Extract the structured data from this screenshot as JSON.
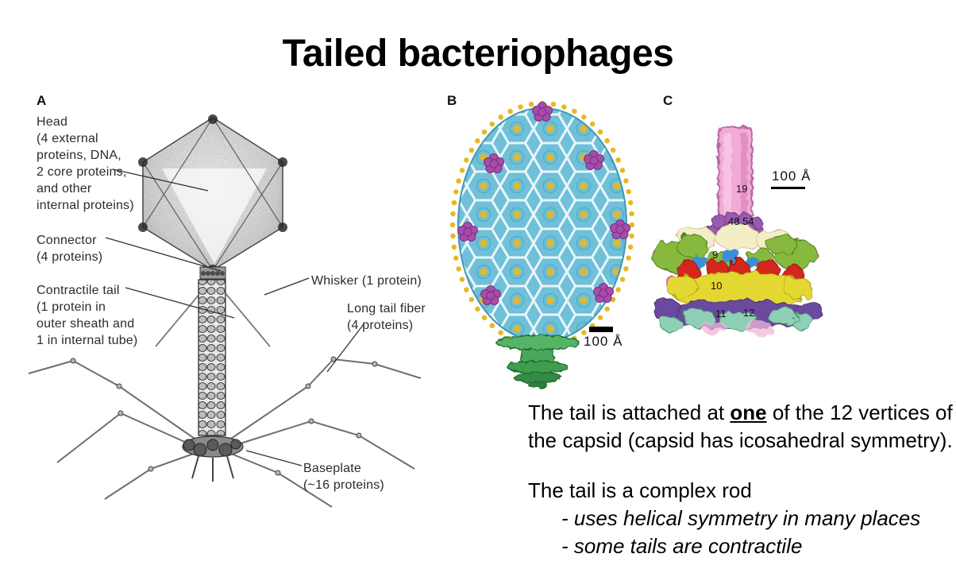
{
  "title": "Tailed bacteriophages",
  "panels": {
    "a": {
      "label": "A",
      "head_label": "Head\n(4 external\nproteins, DNA,\n2 core proteins,\nand other\ninternal proteins)",
      "connector_label": "Connector\n(4 proteins)",
      "contractile_tail_label": "Contractile tail\n(1 protein in\nouter sheath and\n1 in internal tube)",
      "whisker_label": "Whisker (1 protein)",
      "long_tail_fiber_label": "Long tail fiber\n(4 proteins)",
      "baseplate_label": "Baseplate\n(~16 proteins)"
    },
    "b": {
      "label": "B",
      "scale_bar_label": "100 Å"
    },
    "c": {
      "label": "C",
      "scale_bar_label": "100 Å",
      "protein_numbers": {
        "tube": "19",
        "collar": "48 54",
        "n9": "9",
        "n10": "10",
        "n11": "11",
        "n12": "12"
      }
    }
  },
  "body": {
    "p1_prefix": "The tail is attached at ",
    "p1_emphasis": "one",
    "p1_suffix": " of the 12 vertices of the capsid (capsid has icosahedral symmetry).",
    "p2_intro": "The tail is a complex rod",
    "p2_bullets": [
      "- uses helical symmetry in many places",
      "- some tails are contractile"
    ]
  },
  "figure_colors": {
    "capsid_cyan": "#6fc0d8",
    "spike_yellow": "#e8b820",
    "penton_purple": "#a84caa",
    "connector_green": "#3f9d4e",
    "tail_tube_pink": "#f2aad6",
    "collar_purple": "#9a5ab0",
    "baseplate_yellow": "#e3d832",
    "baseplate_red": "#d5281e",
    "baseplate_green": "#86b93e",
    "baseplate_blue": "#3a8fd8",
    "baseplate_deep_purple": "#6a4a9e",
    "baseplate_teal": "#8ed0b5",
    "baseplate_cream": "#f4eec8"
  }
}
